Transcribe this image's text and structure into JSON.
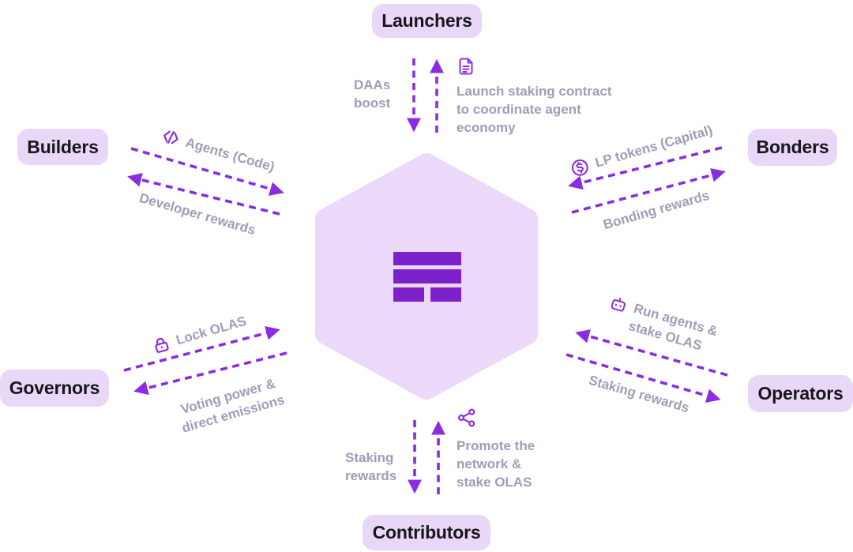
{
  "nodes": {
    "launchers": "Launchers",
    "builders": "Builders",
    "bonders": "Bonders",
    "governors": "Governors",
    "operators": "Operators",
    "contributors": "Contributors"
  },
  "flows": {
    "launchers_out": {
      "label": "DAAs boost"
    },
    "launchers_in": {
      "label": "Launch staking contract to coordinate agent economy",
      "icon": "document-icon"
    },
    "builders_in": {
      "label": "Agents (Code)",
      "icon": "code-icon"
    },
    "builders_out": {
      "label": "Developer rewards"
    },
    "bonders_in": {
      "label": "LP tokens (Capital)",
      "icon": "coin-dollar-icon"
    },
    "bonders_out": {
      "label": "Bonding rewards"
    },
    "governors_in": {
      "label": "Lock OLAS",
      "icon": "lock-icon"
    },
    "governors_out": {
      "label": "Voting power & direct emissions"
    },
    "operators_in": {
      "label": "Run agents & stake OLAS",
      "icon": "robot-icon"
    },
    "operators_out": {
      "label": "Staking rewards"
    },
    "contributors_in": {
      "label": "Promote the network & stake OLAS",
      "icon": "share-icon"
    },
    "contributors_out": {
      "label": "Staking rewards"
    }
  },
  "center": {
    "icon": "olas-logo-icon"
  },
  "colors": {
    "arrow": "#8b2ce2",
    "label_muted": "#a49ab6",
    "node_bg": "#e9d7f8",
    "node_text": "#17161c",
    "hexagon_fill": "#ecd9fa",
    "logo_purple": "#7d22cb",
    "background": "#ffffff"
  }
}
